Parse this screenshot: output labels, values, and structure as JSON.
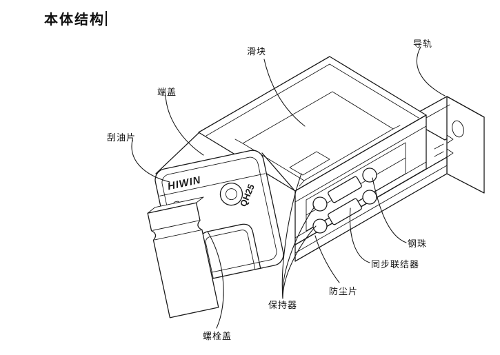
{
  "page": {
    "title": "本体结构"
  },
  "diagram": {
    "labels": {
      "slider": "滑块",
      "rail": "导轨",
      "end_cap": "端盖",
      "oil_scraper": "刮油片",
      "steel_ball": "钢珠",
      "sync_connector": "同步联结器",
      "dust_strip": "防尘片",
      "retainer": "保持器",
      "bolt_cover": "螺栓盖"
    },
    "markings": {
      "brand": "HIWIN",
      "model": "QH25"
    },
    "colors": {
      "ink": "#1a1a1a",
      "background": "#ffffff"
    }
  }
}
